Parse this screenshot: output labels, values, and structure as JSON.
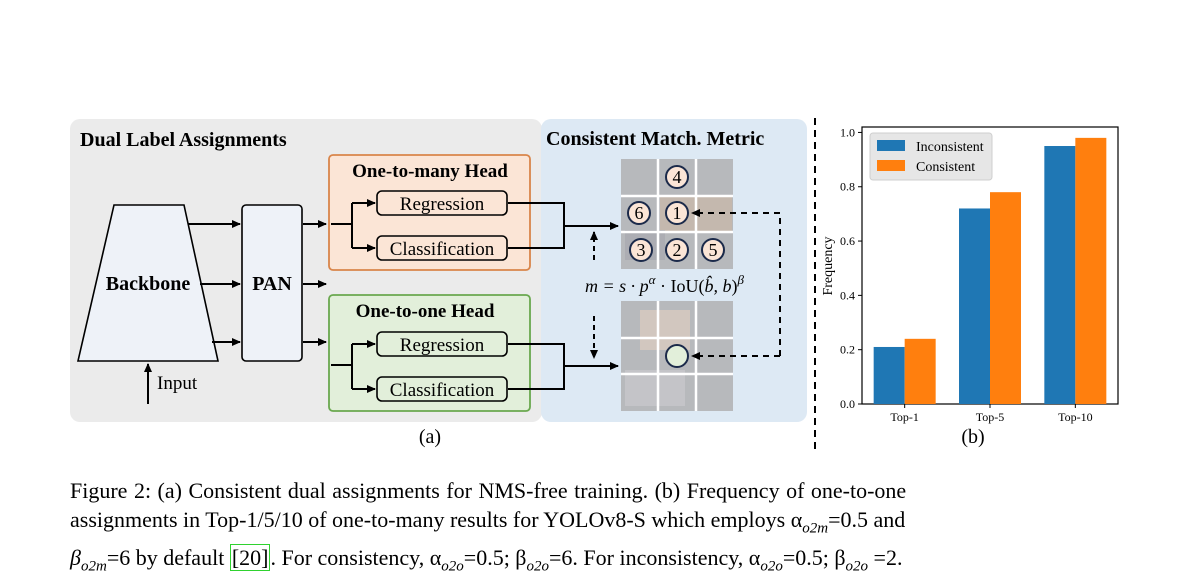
{
  "diagram": {
    "dual_title": "Dual Label Assignments",
    "consistent_title": "Consistent Match. Metric",
    "backbone": "Backbone",
    "pan": "PAN",
    "input": "Input",
    "o2m_head": "One-to-many Head",
    "o2o_head": "One-to-one Head",
    "regression": "Regression",
    "classification": "Classification",
    "grid_numbers": [
      "4",
      "6",
      "1",
      "3",
      "2",
      "5"
    ],
    "formula": "m = s · p^α · IoU(b̂, b)^β",
    "sub_a": "(a)",
    "colors": {
      "left_panel": "#ebebeb",
      "right_panel": "#dde9f4",
      "o2m_fill": "#fbe5d6",
      "o2m_stroke": "#d9854a",
      "o2o_fill": "#e2efda",
      "o2o_stroke": "#6aa84f",
      "pan_fill": "#eef2f8",
      "grid_bg": "#b7b9bc"
    }
  },
  "chart_data": {
    "type": "bar",
    "categories": [
      "Top-1",
      "Top-5",
      "Top-10"
    ],
    "series": [
      {
        "name": "Inconsistent",
        "values": [
          0.21,
          0.72,
          0.95
        ],
        "color": "#1f77b4"
      },
      {
        "name": "Consistent",
        "values": [
          0.24,
          0.78,
          0.98
        ],
        "color": "#ff7f0e"
      }
    ],
    "ylabel": "Frequency",
    "xlabel": "",
    "ylim": [
      0.0,
      1.02
    ],
    "yticks": [
      "0.0",
      "0.2",
      "0.4",
      "0.6",
      "0.8",
      "1.0"
    ],
    "legend": "top-left",
    "sub_b": "(b)"
  },
  "caption": {
    "line1": "Figure 2: (a) Consistent dual assignments for NMS-free training. (b) Frequency of one-to-one",
    "line2": "assignments in Top-1/5/10 of one-to-many results for YOLOv8-S which employs α",
    "line2_sub": "o2m",
    "line2_end": "=0.5 and",
    "line3_a": "β",
    "line3_a_sub": "o2m",
    "line3_b": "=6 by default ",
    "ref": "[20]",
    "line3_c": ". For consistency, α",
    "line3_c_sub": "o2o",
    "line3_d": "=0.5; β",
    "line3_d_sub": "o2o",
    "line3_e": "=6. For inconsistency, α",
    "line3_e_sub": "o2o",
    "line3_f": "=0.5; β",
    "line3_f_sub": "o2o",
    "line3_g": " =2."
  }
}
